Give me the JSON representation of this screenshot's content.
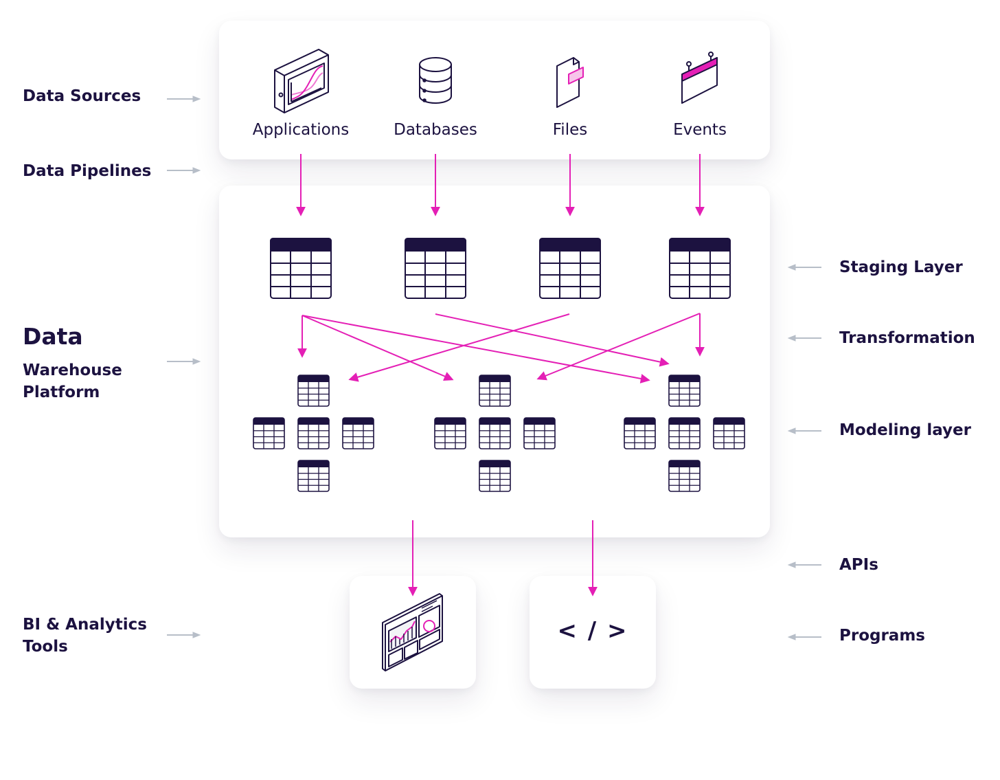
{
  "left_labels": {
    "data_sources": "Data Sources",
    "data_pipelines": "Data Pipelines",
    "data": "Data",
    "warehouse_platform_line1": "Warehouse",
    "warehouse_platform_line2": "Platform",
    "bi_tools_line1": "BI & Analytics",
    "bi_tools_line2": "Tools"
  },
  "right_labels": {
    "staging_layer": "Staging Layer",
    "transformation": "Transformation",
    "modeling_layer": "Modeling layer",
    "apis": "APIs",
    "programs": "Programs"
  },
  "sources": [
    {
      "label": "Applications",
      "icon": "tablet-chart-icon"
    },
    {
      "label": "Databases",
      "icon": "database-icon"
    },
    {
      "label": "Files",
      "icon": "file-icon"
    },
    {
      "label": "Events",
      "icon": "calendar-icon"
    }
  ],
  "code_symbol": "< / >",
  "colors": {
    "accent": "#e41fb5",
    "ink": "#1c1240",
    "side_arrow": "#b7bec8",
    "card_bg": "#ffffff"
  }
}
